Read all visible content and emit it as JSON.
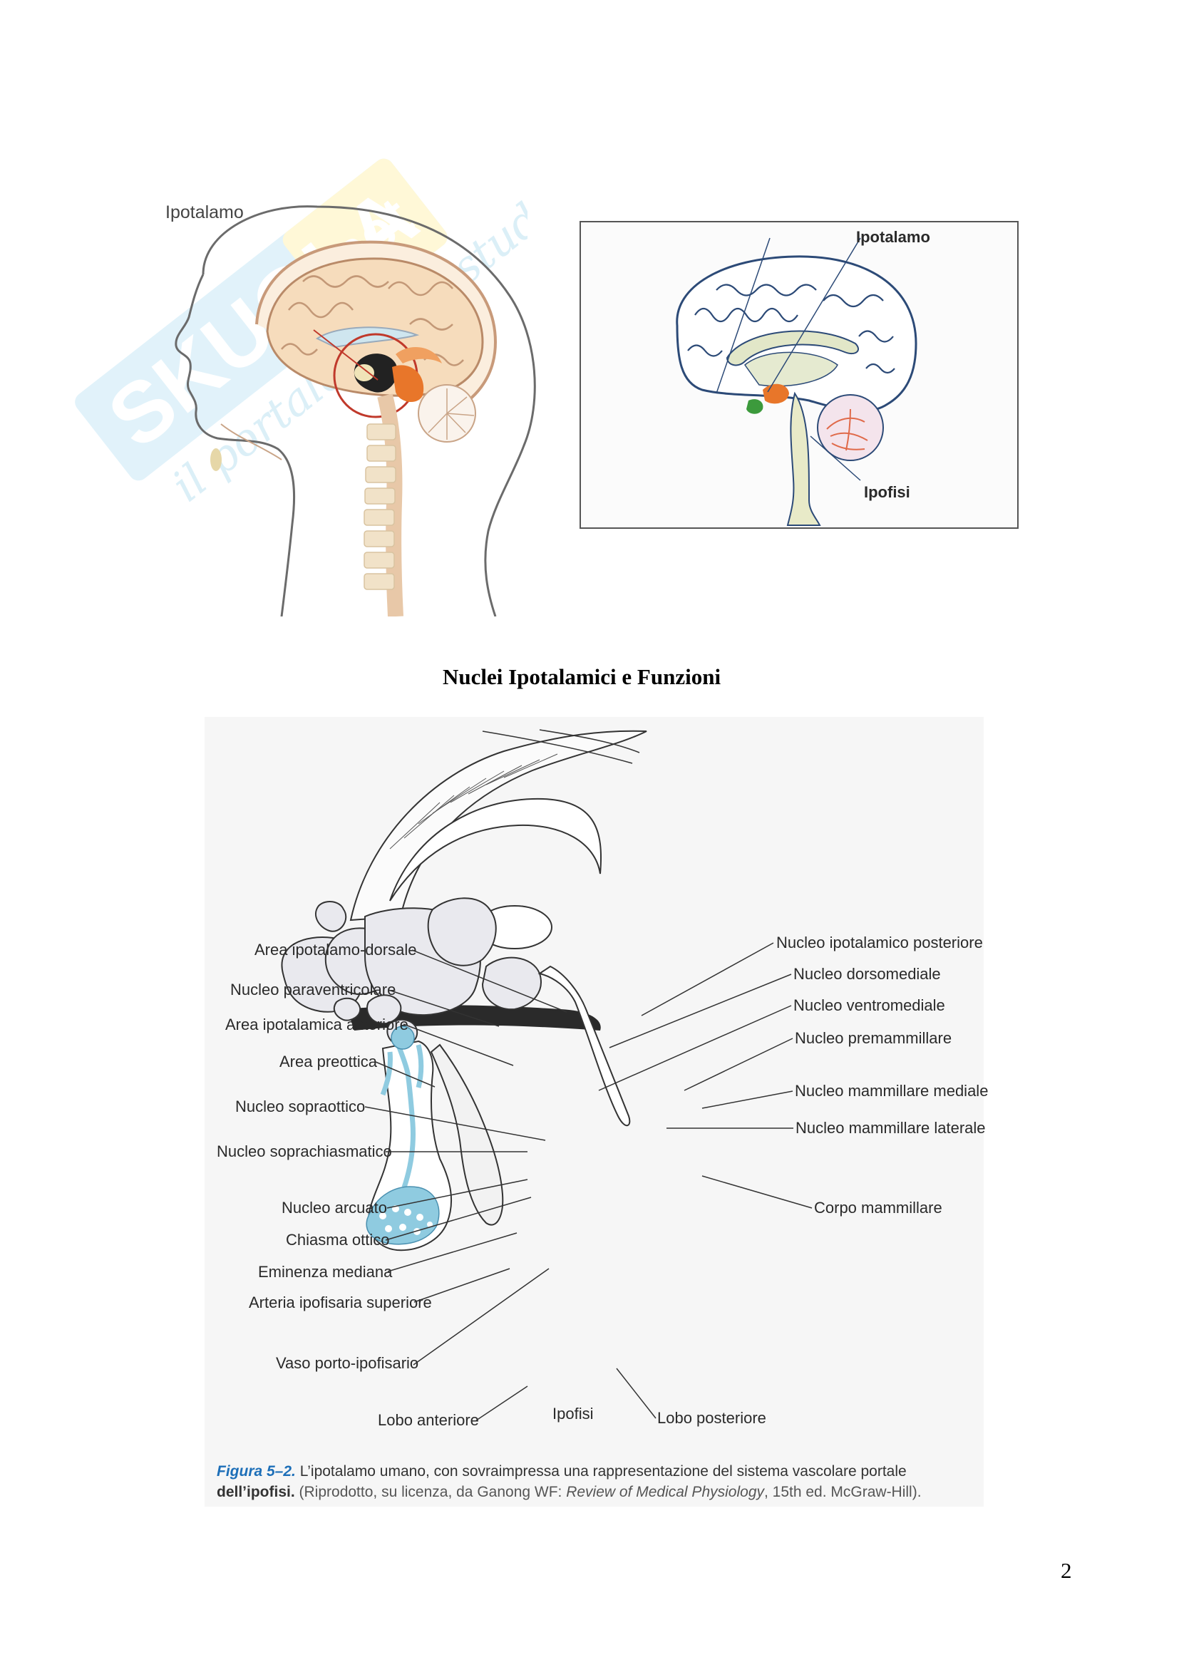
{
  "top_figures": {
    "left_label": "Ipotalamo",
    "right_label_top": "Ipotalamo",
    "right_label_bottom": "Ipofisi"
  },
  "watermark": {
    "brand": "SKUOLA.net",
    "tagline": "il portale di chi studia veramente"
  },
  "section_title": "Nuclei Ipotalamici e Funzioni",
  "diagram": {
    "labels_left": [
      "Area ipotalamo-dorsale",
      "Nucleo paraventricolare",
      "Area ipotalamica anteriore",
      "Area preottica",
      "Nucleo sopraottico",
      "Nucleo soprachiasmatico",
      "Nucleo arcuato",
      "Chiasma ottico",
      "Eminenza mediana",
      "Arteria ipofisaria superiore",
      "Vaso porto-ipofisario",
      "Lobo anteriore"
    ],
    "labels_right": [
      "Nucleo ipotalamico posteriore",
      "Nucleo dorsomediale",
      "Nucleo ventromediale",
      "Nucleo premammillare",
      "Nucleo mammillare mediale",
      "Nucleo mammillare laterale",
      "Corpo mammillare",
      "Lobo posteriore"
    ],
    "label_bottom_center": "Ipofisi"
  },
  "caption": {
    "figure_ref": "Figura 5–2.",
    "text_main": " L’ipotalamo umano, con sovraimpressa una rappresentazione del sistema vascolare portale",
    "text_line2_bold": "dell’ipofisi.",
    "text_line2_a": " (Riprodotto, su licenza, da Ganong WF: ",
    "text_line2_italic": "Review of Medical Physiology",
    "text_line2_b": ", 15th ed. McGraw-Hill)."
  },
  "page_number": "2",
  "colors": {
    "hypothalamus_orange": "#e8762a",
    "pituitary_green": "#3c9a3c",
    "vessel_blue": "#8fcbe0",
    "figure_ref_blue": "#1d6fb8",
    "watermark_blue": "#9fd3ea",
    "watermark_yellow": "#fff1a8"
  }
}
